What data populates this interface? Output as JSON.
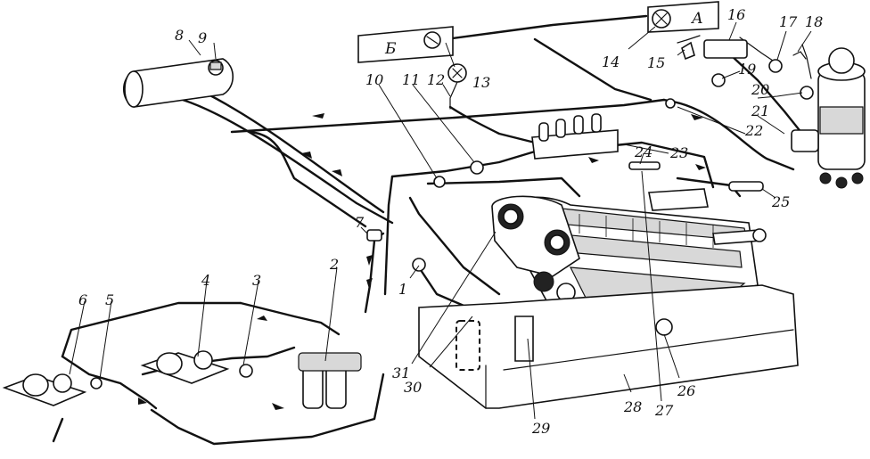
{
  "panels": [
    {
      "id": "A",
      "letter": "А"
    },
    {
      "id": "B",
      "letter": "Б"
    }
  ],
  "callouts": [
    "1",
    "2",
    "3",
    "4",
    "5",
    "6",
    "7",
    "8",
    "9",
    "10",
    "11",
    "12",
    "13",
    "14",
    "15",
    "16",
    "17",
    "18",
    "19",
    "20",
    "21",
    "22",
    "23",
    "24",
    "25",
    "26",
    "27",
    "28",
    "29",
    "30",
    "31"
  ]
}
